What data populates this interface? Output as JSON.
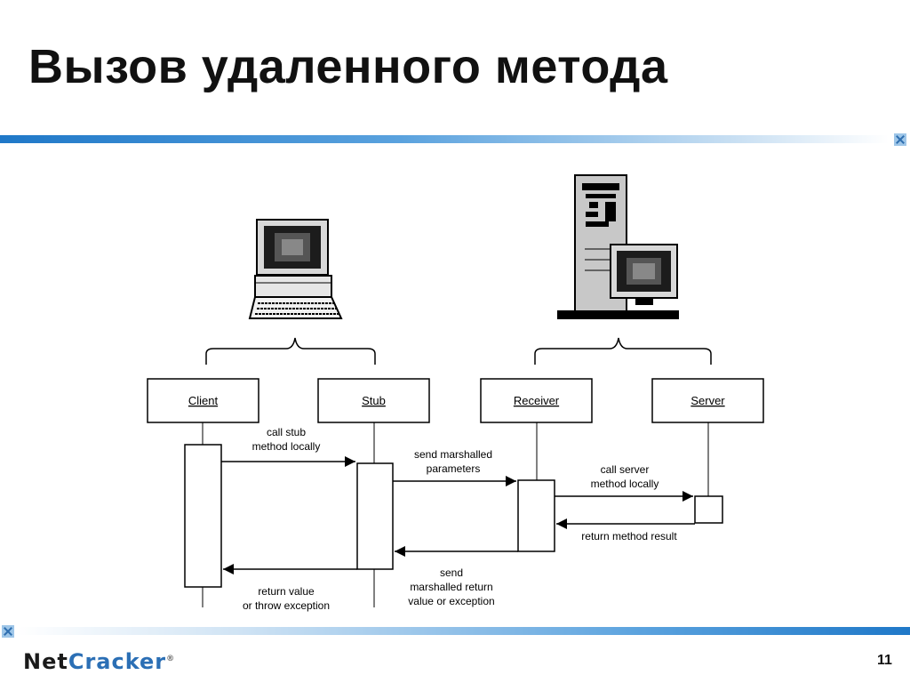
{
  "slide": {
    "title": "Вызов удаленного метода",
    "page_number": "11",
    "logo_text": "NetCracker"
  },
  "diagram": {
    "participants": [
      "Client",
      "Stub",
      "Receiver",
      "Server"
    ],
    "messages": [
      {
        "line1": "call stub",
        "line2": "method locally"
      },
      {
        "line1": "send marshalled",
        "line2": "parameters"
      },
      {
        "line1": "call server",
        "line2": "method locally"
      },
      {
        "line1": "return method result",
        "line2": ""
      },
      {
        "line1": "send",
        "line2": "marshalled return",
        "line3": "value or exception"
      },
      {
        "line1": "return value",
        "line2": "or throw exception"
      }
    ]
  }
}
